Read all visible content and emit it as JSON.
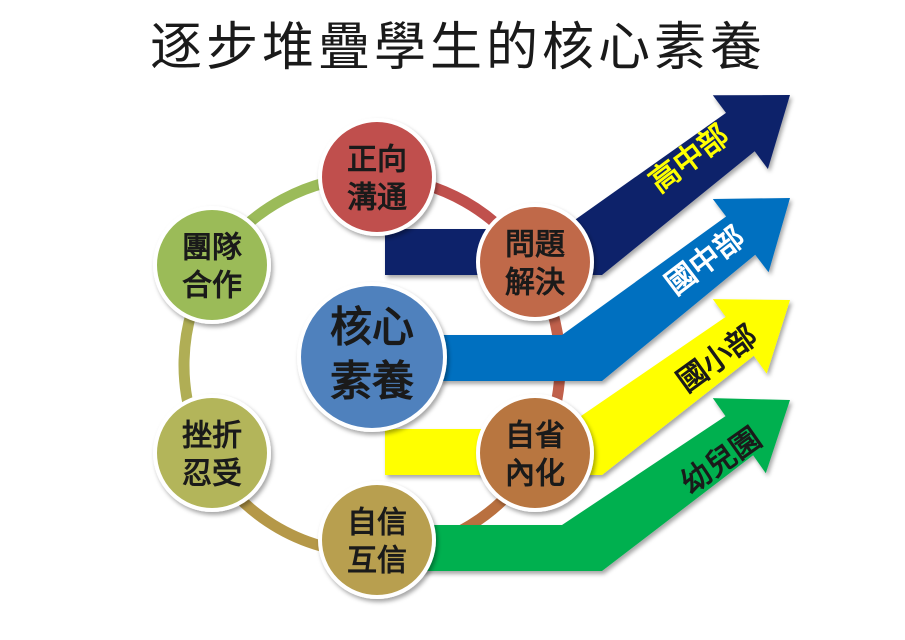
{
  "title": "逐步堆疊學生的核心素養",
  "center": {
    "line1": "核心",
    "line2": "素養"
  },
  "nodes": [
    {
      "line1": "正向",
      "line2": "溝通",
      "color": "#c0504d"
    },
    {
      "line1": "問題",
      "line2": "解決",
      "color": "#c0694a"
    },
    {
      "line1": "自省",
      "line2": "內化",
      "color": "#b8763f"
    },
    {
      "line1": "自信",
      "line2": "互信",
      "color": "#b89f50"
    },
    {
      "line1": "挫折",
      "line2": "忍受",
      "color": "#b3b55a"
    },
    {
      "line1": "團隊",
      "line2": "合作",
      "color": "#9bbb59"
    }
  ],
  "arrows": [
    {
      "label": "高中部",
      "color": "#10246b",
      "text_color": "#ffff00"
    },
    {
      "label": "國中部",
      "color": "#0070c0",
      "text_color": "#ffffff"
    },
    {
      "label": "國小部",
      "color": "#ffff00",
      "text_color": "#1a1a1a"
    },
    {
      "label": "幼兒園",
      "color": "#00b050",
      "text_color": "#1a1a1a"
    }
  ],
  "colors": {
    "center": "#4f81bd",
    "node_text": "#1a1a1a",
    "center_text": "#1a1a1a",
    "node_border": "#ffffff"
  }
}
